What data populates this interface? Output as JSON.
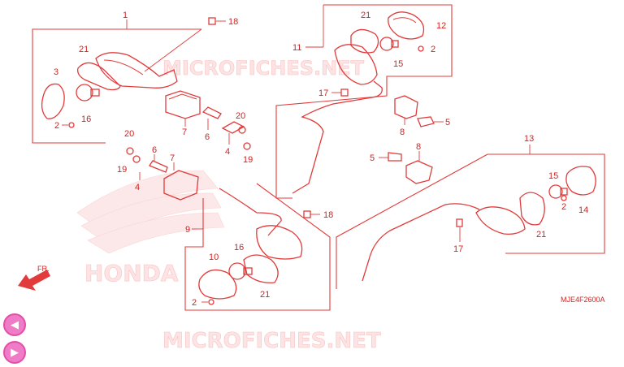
{
  "watermark": "MICROFICHES.NET",
  "brand_mark": "HONDA",
  "direction_label": "FR.",
  "diagram_code": "MJE4F2600A",
  "callouts": {
    "c1": "1",
    "c18a": "18",
    "c21a": "21",
    "c3": "3",
    "c16a": "16",
    "c2a": "2",
    "c7a": "7",
    "c6a": "6",
    "c20a": "20",
    "c4a": "4",
    "c19a": "19",
    "c20b": "20",
    "c19b": "19",
    "c6b": "6",
    "c4b": "4",
    "c7b": "7",
    "c11": "11",
    "c21b": "21",
    "c12": "12",
    "c15a": "15",
    "c2b": "2",
    "c17a": "17",
    "c8a": "8",
    "c5a": "5",
    "c5b": "5",
    "c8b": "8",
    "c13": "13",
    "c15b": "15",
    "c2c": "2",
    "c14": "14",
    "c21c": "21",
    "c17b": "17",
    "c9": "9",
    "c18b": "18",
    "c10": "10",
    "c16b": "16",
    "c21d": "21",
    "c2d": "2"
  },
  "nav": {
    "prev_icon": "◀",
    "next_icon": "▶"
  }
}
